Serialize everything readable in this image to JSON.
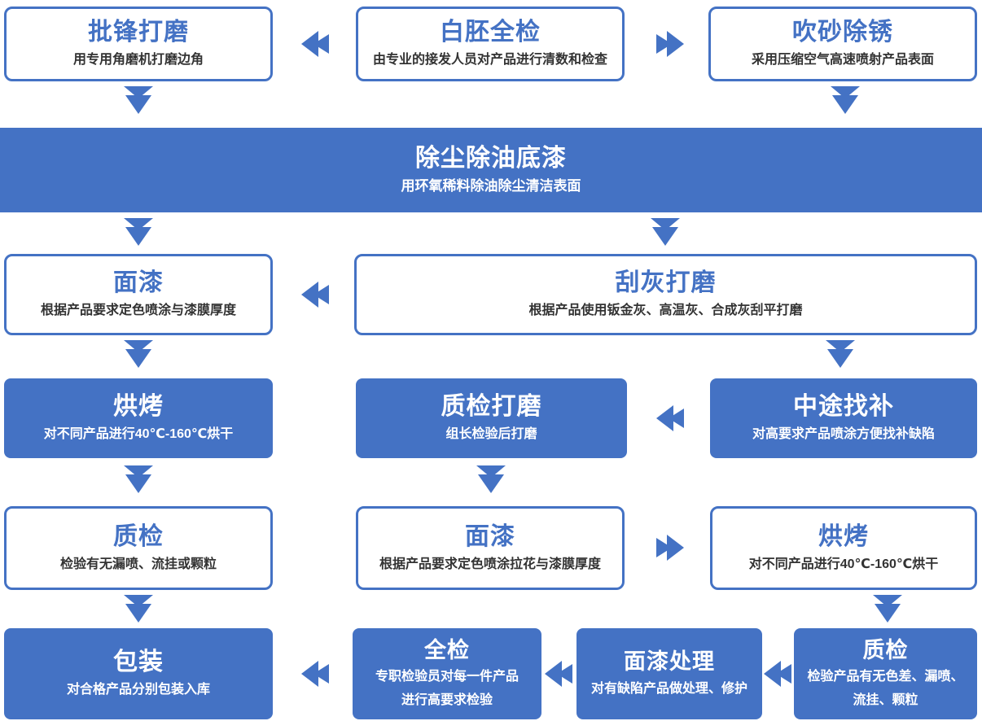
{
  "colors": {
    "accent_blue": "#4472C4",
    "subtitle_text": "#333333",
    "box_background_white": "#FFFFFF"
  },
  "icons": {
    "flow_left": "double-chevron-left",
    "flow_right": "double-chevron-right",
    "flow_down": "double-chevron-down"
  },
  "nodes": [
    {
      "title": "批锋打磨",
      "subtitle": "用专用角磨机打磨边角",
      "style": "outlined"
    },
    {
      "title": "白胚全检",
      "subtitle": "由专业的接发人员对产品进行清数和检查",
      "style": "outlined"
    },
    {
      "title": "吹砂除锈",
      "subtitle": "采用压缩空气高速喷射产品表面",
      "style": "outlined"
    },
    {
      "title": "除尘除油底漆",
      "subtitle": "用环氧稀料除油除尘清洁表面",
      "style": "filled-banner"
    },
    {
      "title": "面漆",
      "subtitle": "根据产品要求定色喷涂与漆膜厚度",
      "style": "outlined"
    },
    {
      "title": "刮灰打磨",
      "subtitle": "根据产品使用钣金灰、高温灰、合成灰刮平打磨",
      "style": "outlined"
    },
    {
      "title": "烘烤",
      "subtitle": "对不同产品进行40℃-160℃烘干",
      "style": "filled"
    },
    {
      "title": "质检打磨",
      "subtitle": "组长检验后打磨",
      "style": "filled"
    },
    {
      "title": "中途找补",
      "subtitle": "对高要求产品喷涂方便找补缺陷",
      "style": "filled"
    },
    {
      "title": "质检",
      "subtitle": "检验有无漏喷、流挂或颗粒",
      "style": "outlined"
    },
    {
      "title": "面漆",
      "subtitle": "根据产品要求定色喷涂拉花与漆膜厚度",
      "style": "outlined"
    },
    {
      "title": "烘烤",
      "subtitle": "对不同产品进行40℃-160℃烘干",
      "style": "outlined"
    },
    {
      "title": "包装",
      "subtitle": "对合格产品分别包装入库",
      "style": "filled"
    },
    {
      "title": "全检",
      "subtitle": "专职检验员对每一件产品",
      "subtitle2": "进行高要求检验",
      "style": "filled"
    },
    {
      "title": "面漆处理",
      "subtitle": "对有缺陷产品做处理、修护",
      "style": "filled"
    },
    {
      "title": "质检",
      "subtitle": "检验产品有无色差、漏喷、",
      "subtitle2": "流挂、颗粒",
      "style": "filled"
    }
  ],
  "arrows": [
    {
      "direction": "left",
      "between": "白胚全检 → 批锋打磨"
    },
    {
      "direction": "right",
      "between": "白胚全检 → 吹砂除锈"
    },
    {
      "direction": "down",
      "between": "批锋打磨 → 除尘除油底漆"
    },
    {
      "direction": "down",
      "between": "吹砂除锈 → 除尘除油底漆"
    },
    {
      "direction": "down",
      "between": "除尘除油底漆 → 面漆"
    },
    {
      "direction": "down",
      "between": "除尘除油底漆 → 刮灰打磨"
    },
    {
      "direction": "left",
      "between": "刮灰打磨 → 面漆"
    },
    {
      "direction": "down",
      "between": "面漆 → 烘烤"
    },
    {
      "direction": "down",
      "between": "刮灰打磨 → 中途找补"
    },
    {
      "direction": "left",
      "between": "中途找补 → 质检打磨"
    },
    {
      "direction": "down",
      "between": "烘烤 → 质检"
    },
    {
      "direction": "down",
      "between": "质检打磨 → 面漆"
    },
    {
      "direction": "right",
      "between": "面漆 → 烘烤"
    },
    {
      "direction": "down",
      "between": "质检 → 包装"
    },
    {
      "direction": "down",
      "between": "烘烤 → 质检"
    },
    {
      "direction": "left",
      "between": "全检 → 包装"
    },
    {
      "direction": "left",
      "between": "面漆处理 → 全检"
    },
    {
      "direction": "left",
      "between": "质检 → 面漆处理"
    }
  ]
}
